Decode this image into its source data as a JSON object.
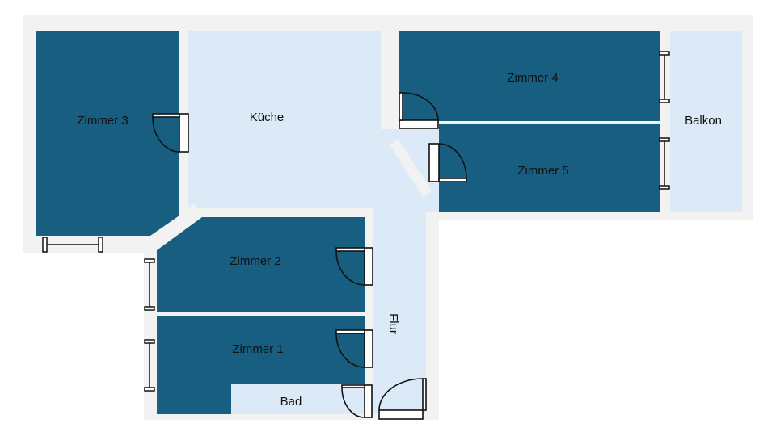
{
  "rooms": {
    "zimmer3": "Zimmer 3",
    "kueche": "Küche",
    "zimmer4": "Zimmer 4",
    "zimmer5": "Zimmer 5",
    "balkon": "Balkon",
    "zimmer2": "Zimmer 2",
    "zimmer1": "Zimmer 1",
    "bad": "Bad",
    "flur": "Flur"
  },
  "colors": {
    "private_room": "#175e80",
    "common_area": "#dce9f6",
    "wall": "#f2f2f2"
  }
}
